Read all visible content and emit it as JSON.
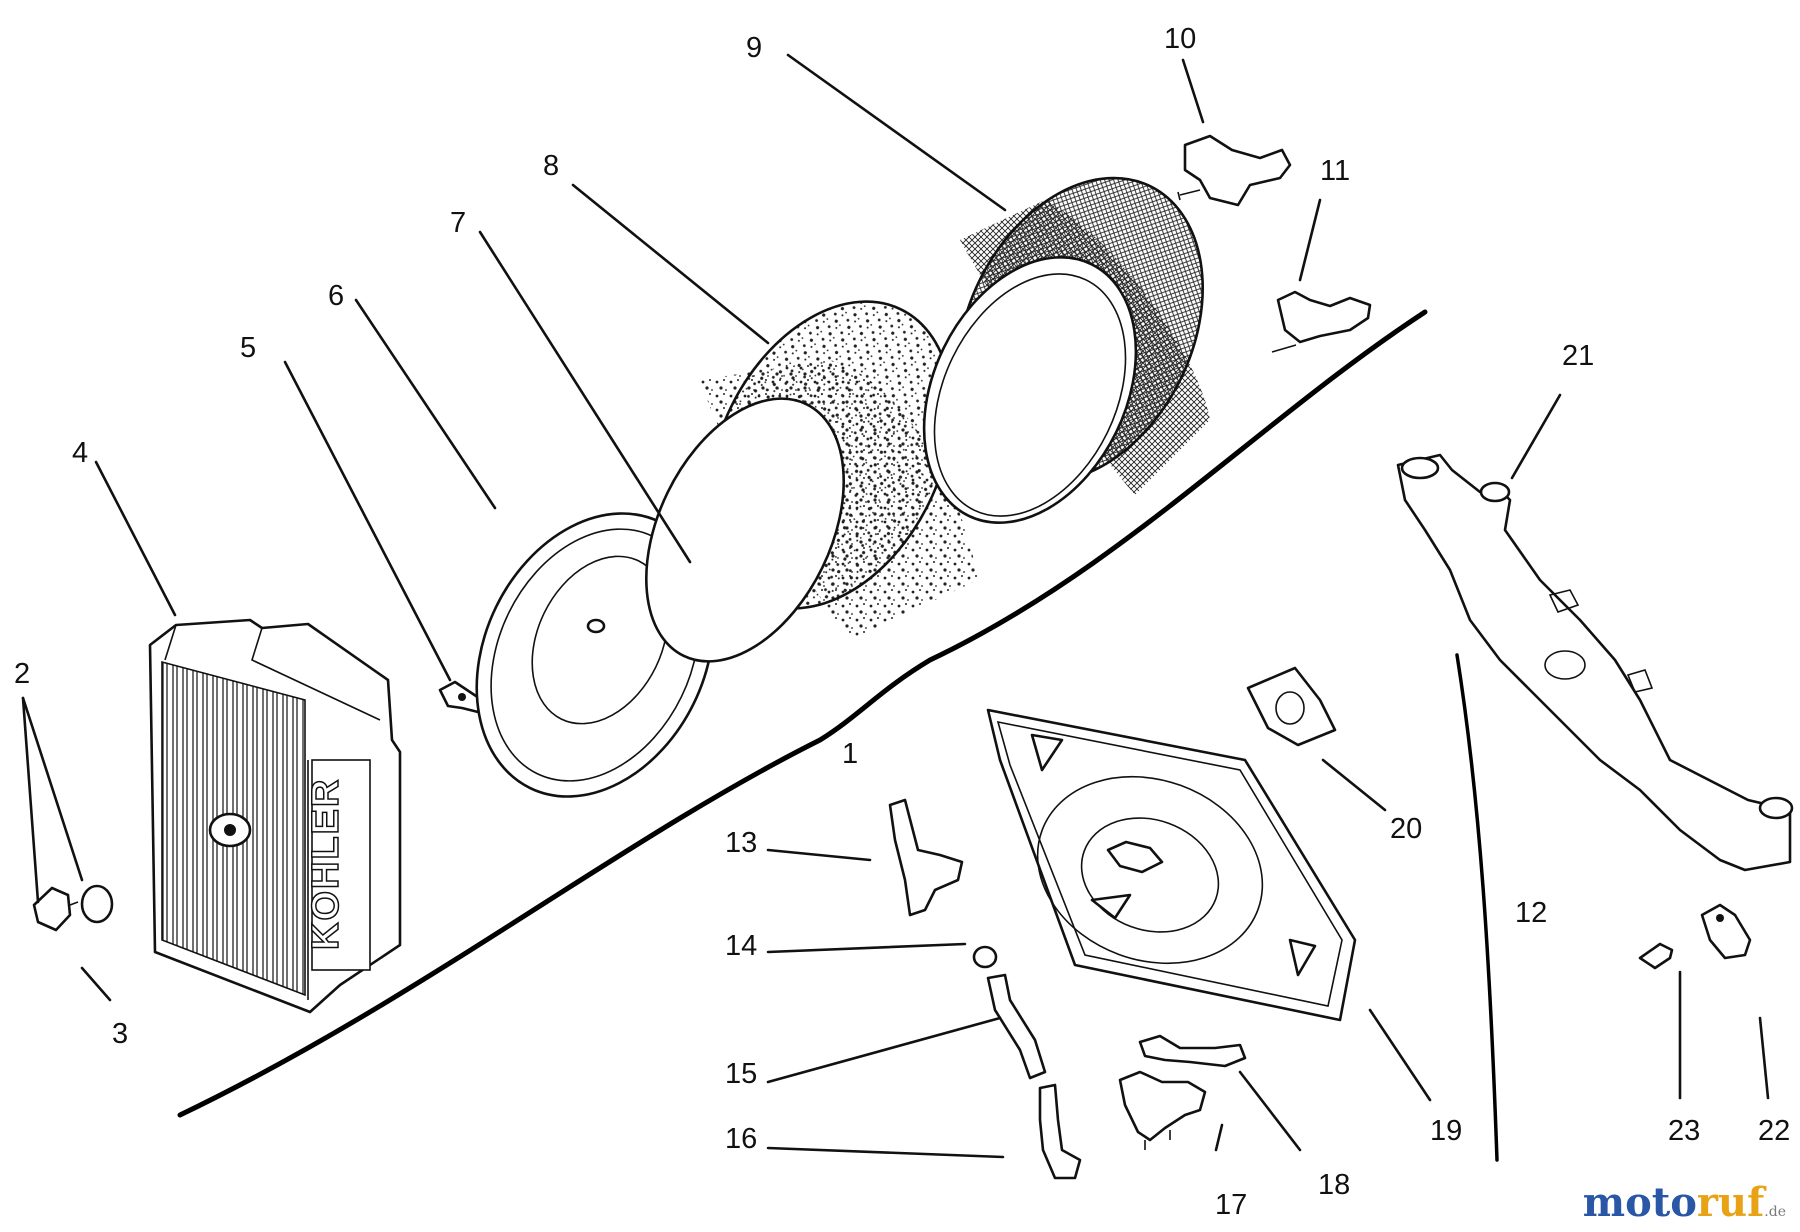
{
  "brand_text": "KOHLER",
  "callouts": {
    "n1": "1",
    "n2": "2",
    "n3": "3",
    "n4": "4",
    "n5": "5",
    "n6": "6",
    "n7": "7",
    "n8": "8",
    "n9": "9",
    "n10": "10",
    "n11": "11",
    "n12": "12",
    "n13": "13",
    "n14": "14",
    "n15": "15",
    "n16": "16",
    "n17": "17",
    "n18": "18",
    "n19": "19",
    "n20": "20",
    "n21": "21",
    "n22": "22",
    "n23": "23"
  },
  "watermark": {
    "part_a": "moto",
    "part_b": "ruf",
    "part_c": ".de"
  },
  "colors": {
    "ink": "#111111",
    "watermark_blue": "#2a56a6",
    "watermark_orange": "#e8a215"
  }
}
